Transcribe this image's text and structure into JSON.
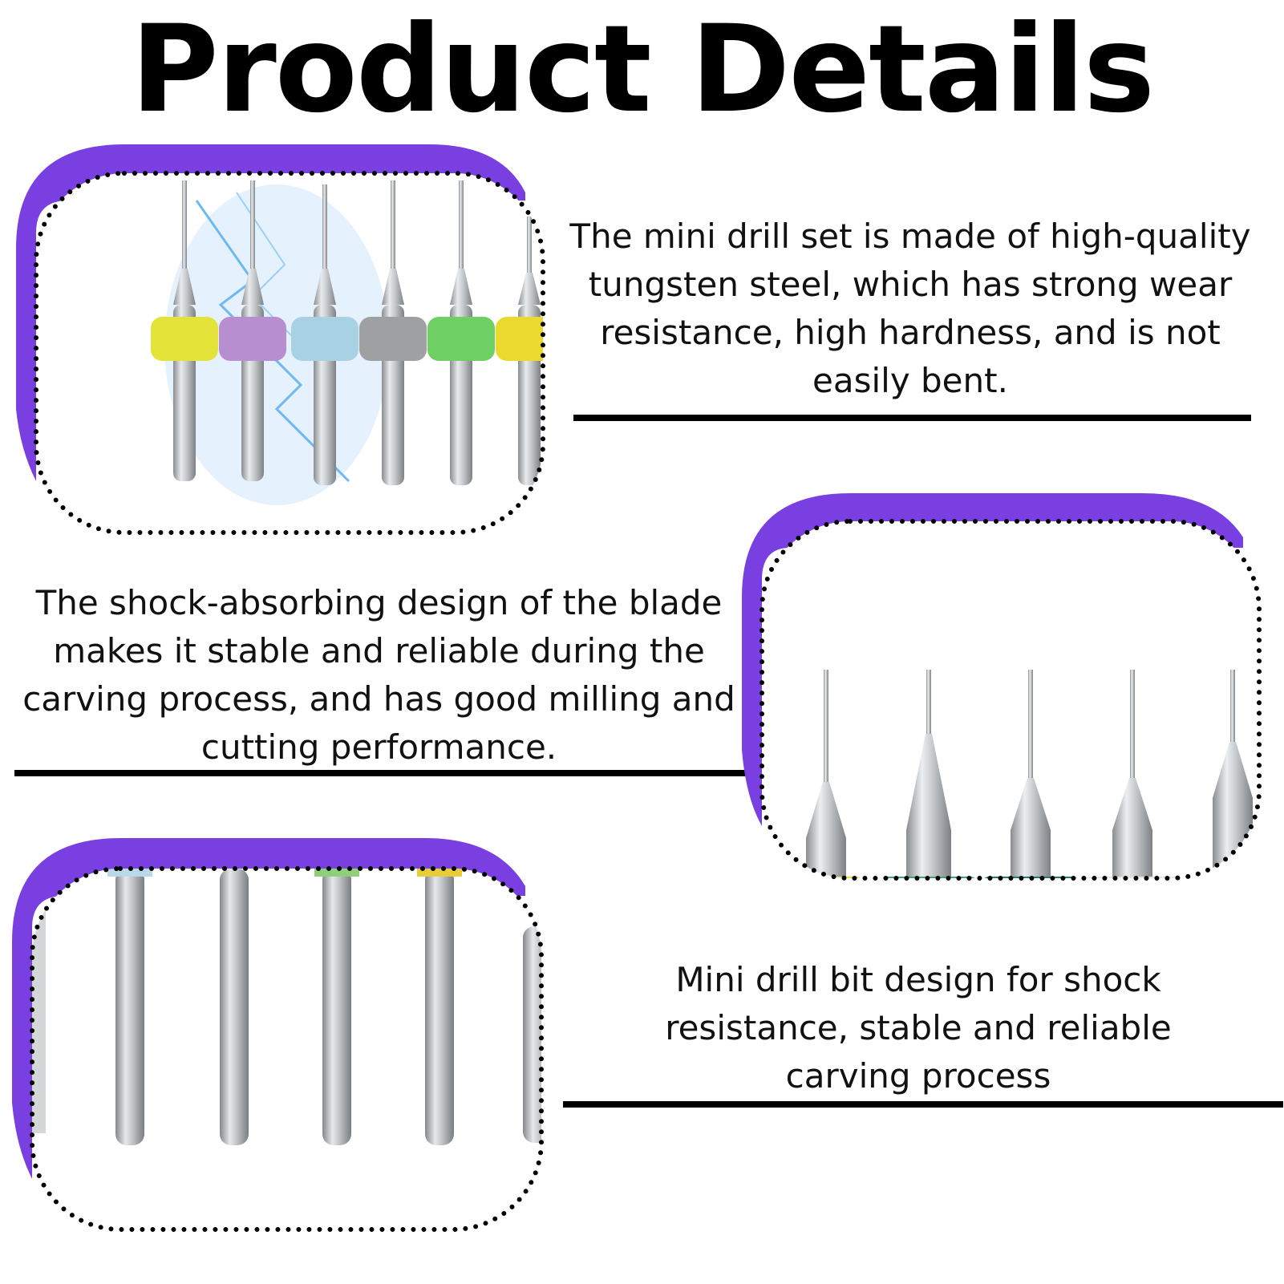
{
  "title": "Product Details",
  "colors": {
    "accent": "#7a3fe0",
    "text": "#000000",
    "background": "#ffffff"
  },
  "features": [
    {
      "caption": "The mini drill set is made of high-quality tungsten steel, which has strong wear resistance, high hardness, and is not easily bent."
    },
    {
      "caption": "The shock-absorbing design of the blade makes it stable and reliable during the carving process, and has good milling and cutting performance."
    },
    {
      "caption": "Mini drill bit design for shock resistance, stable and reliable carving process"
    }
  ]
}
